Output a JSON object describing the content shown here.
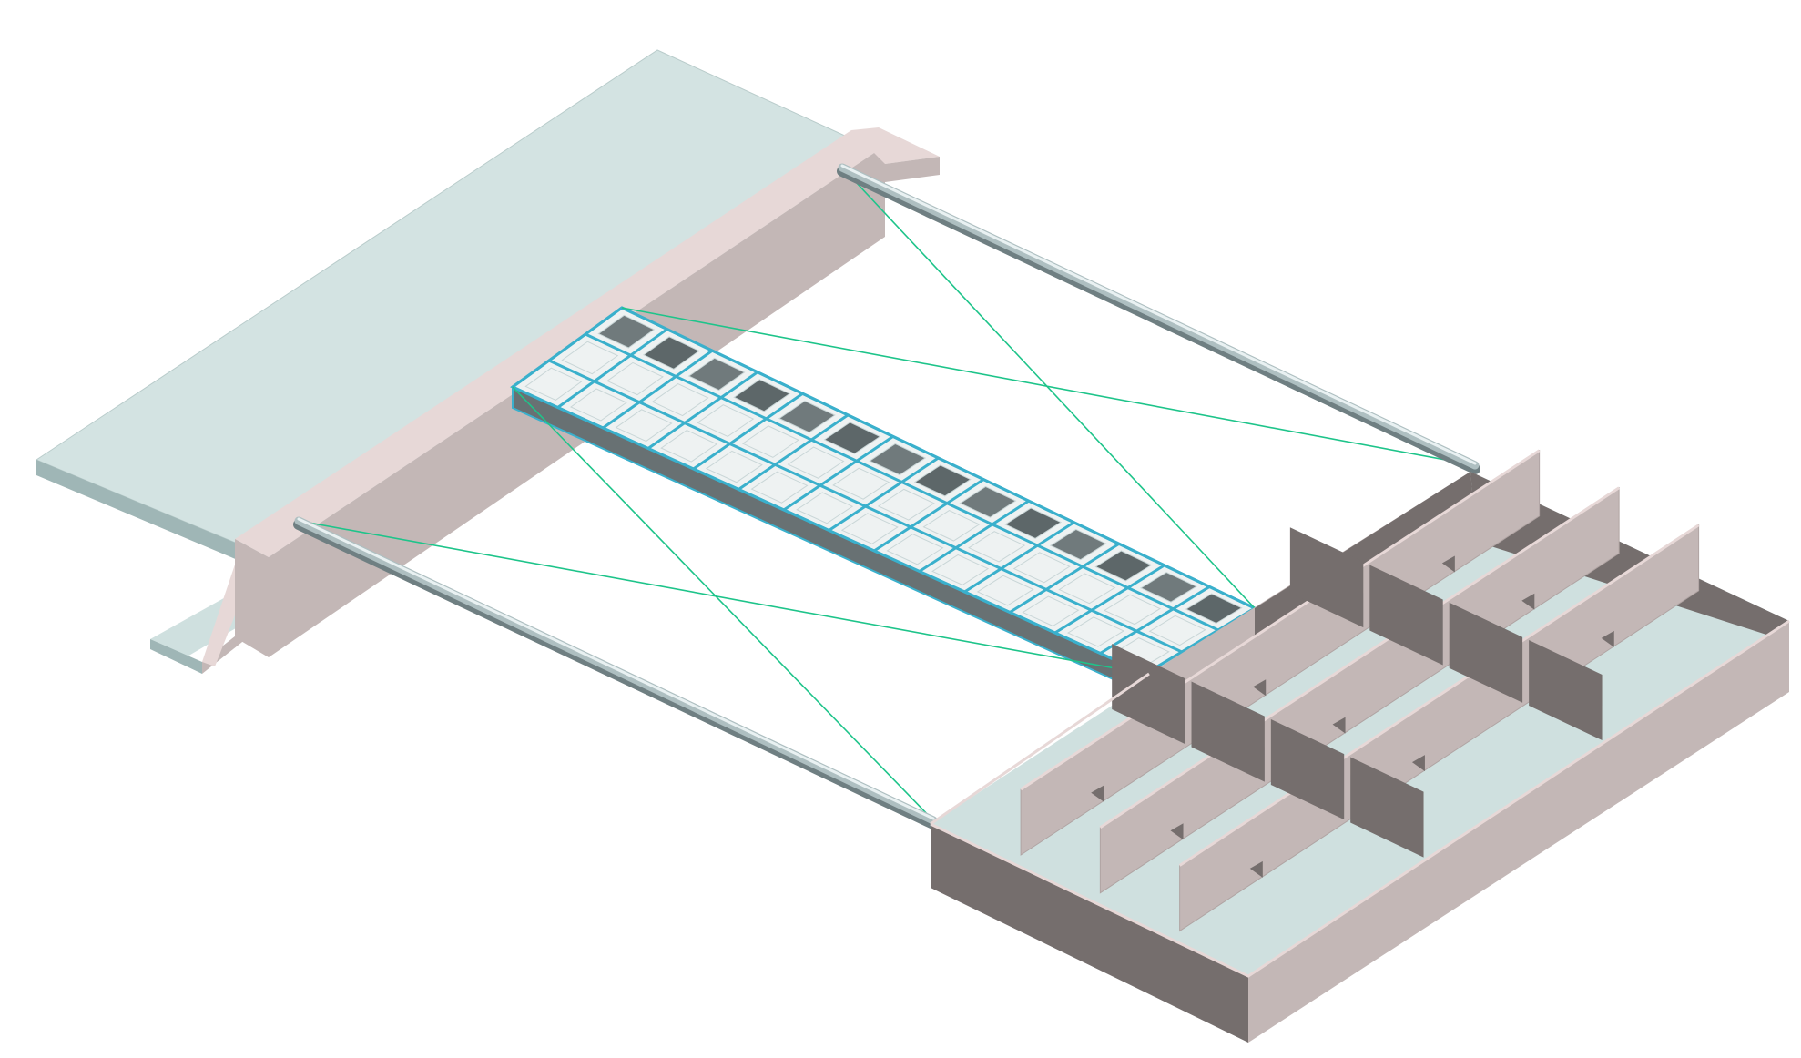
{
  "scene": {
    "kind": "isometric-3d-render",
    "components": [
      "quay-deck",
      "quay-beam",
      "transfer-bridge-truss",
      "guide-rod",
      "mooring-line",
      "floating-pontoon-hull"
    ],
    "colors": {
      "background": "#ffffff",
      "deck_top": "#d3e3e2",
      "deck_side": "#9fb6b6",
      "concrete_top": "#e7d8d7",
      "concrete_side": "#c3b7b6",
      "concrete_dark": "#756e6d",
      "truss_member": "#3ab0cc",
      "truss_web": "#687173",
      "truss_panel_light": "#eef2f2",
      "rod": "#aebfc1",
      "rod_highlight": "#e9f1f2",
      "rod_shadow": "#6f7f82",
      "mooring_line": "#1ec48a",
      "pontoon_floor": "#cfe0df"
    }
  }
}
